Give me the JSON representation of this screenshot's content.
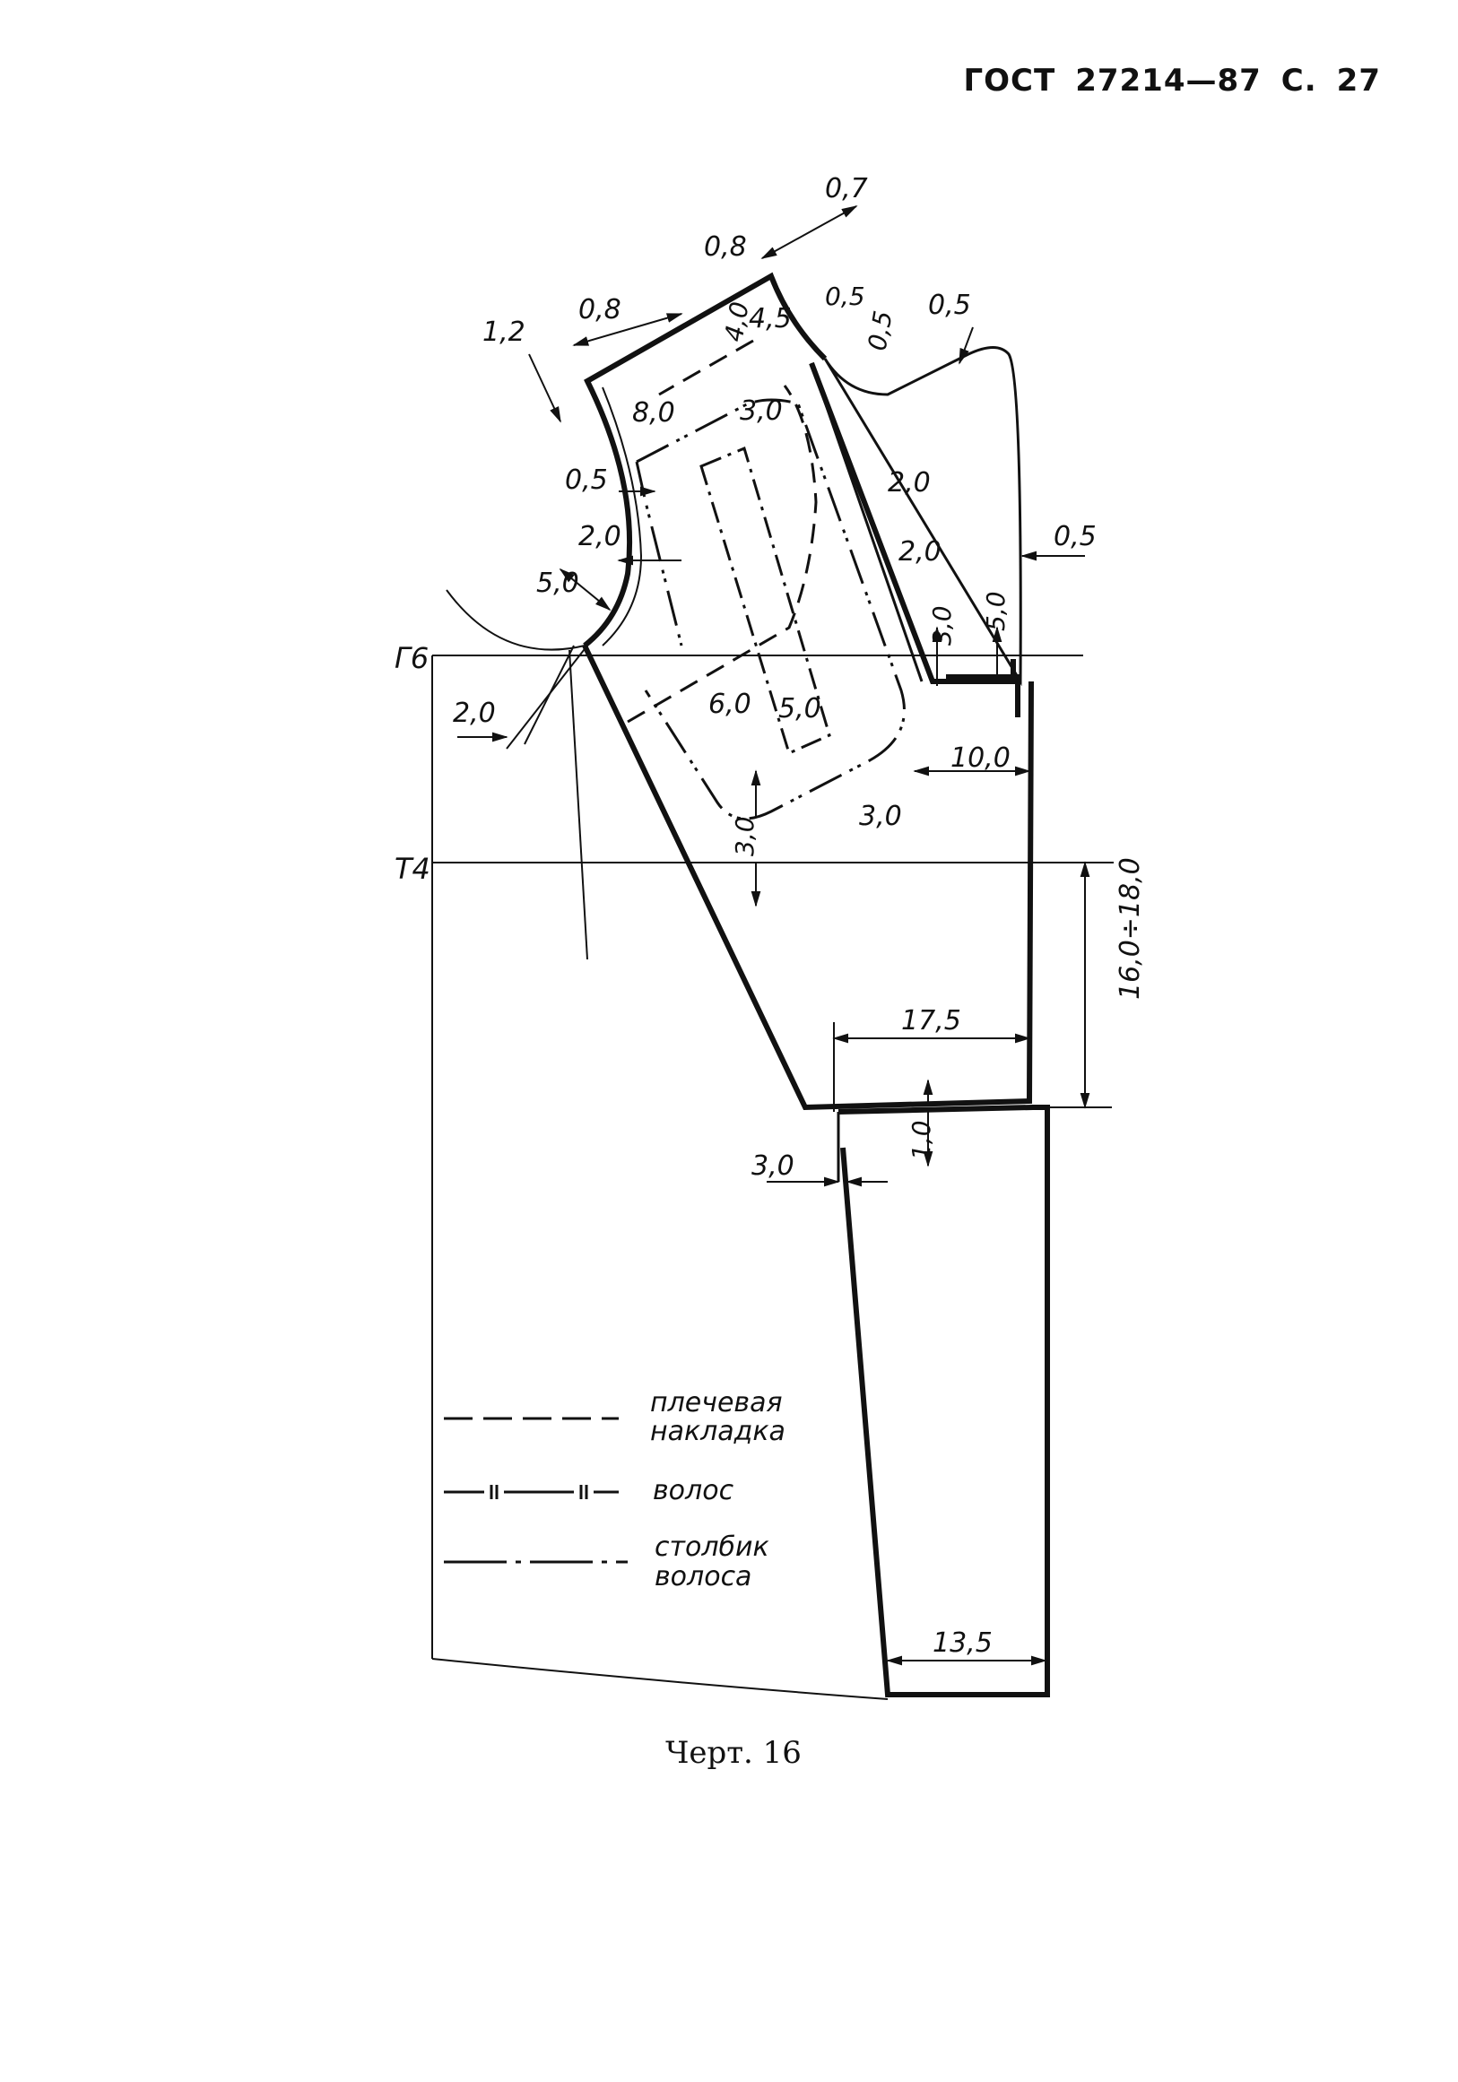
{
  "header": {
    "standard": "ГОСТ",
    "number": "27214—87",
    "page_prefix": "С.",
    "page_number": "27"
  },
  "drawing": {
    "line_labels": {
      "g6": "Г6",
      "t4": "Т4"
    },
    "dimensions": {
      "d_0_7": "0,7",
      "d_0_8_top": "0,8",
      "d_0_8_left": "0,8",
      "d_1_2": "1,2",
      "d_4_0": "4,0",
      "d_4_5": "4,5",
      "d_0_5_a": "0,5",
      "d_0_5_b": "0,5",
      "d_0_5_c": "0,5",
      "d_0_5_d": "0,5",
      "d_0_5_e": "0,5",
      "d_8_0": "8,0",
      "d_3_0_top": "3,0",
      "d_2_0_a": "2,0",
      "d_2_0_b": "2,0",
      "d_2_0_c": "2,0",
      "d_2_0_d": "2,0",
      "d_5_0_a": "5,0",
      "d_5_0_b": "5,0",
      "d_5_0_c": "5,0",
      "d_3_0_a": "3,0",
      "d_3_0_b": "3,0",
      "d_3_0_c": "3,0",
      "d_3_0_d": "3,0",
      "d_6_0": "6,0",
      "d_10_0": "10,0",
      "d_16_18": "16,0÷18,0",
      "d_17_5": "17,5",
      "d_1_0": "1,0",
      "d_13_5": "13,5"
    },
    "legend": [
      {
        "label_line1": "плечевая",
        "label_line2": "накладка",
        "style": "dashed"
      },
      {
        "label_line1": "волос",
        "label_line2": "",
        "style": "dashed-double-tick"
      },
      {
        "label_line1": "столбик",
        "label_line2": "волоса",
        "style": "dash-dot"
      }
    ]
  },
  "caption": "Черт. 16"
}
